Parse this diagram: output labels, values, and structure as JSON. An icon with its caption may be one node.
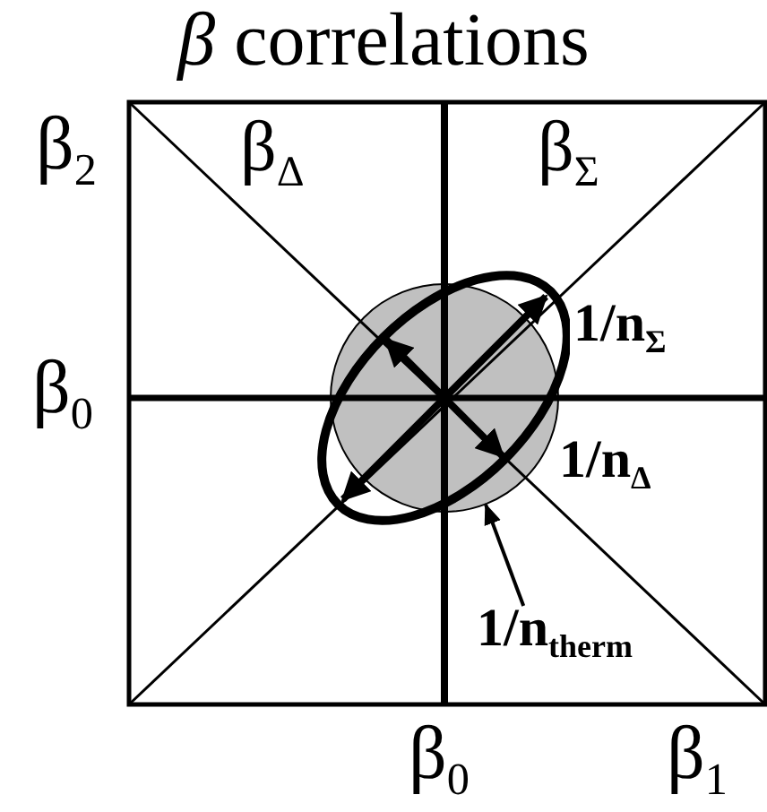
{
  "diagram": {
    "title": "*β* correlations",
    "nodes": [
      {
        "text": [
          "1/n$_{therm}$"
        ]
      },
      {
        "text": [],
        "shape": "circle"
      }
    ],
    "edges": [
      {
        "from": 0,
        "to": 1,
        "arrow": "to"
      }
    ],
    "labels": [
      "β$_{2}$",
      "β$_{Δ}$",
      "β$_{Σ}$",
      "β$_{0}$",
      "1/n$_{Σ}$",
      "1/n$_{Δ}$",
      "β$_{0}$",
      "β$_{1}$"
    ]
  }
}
